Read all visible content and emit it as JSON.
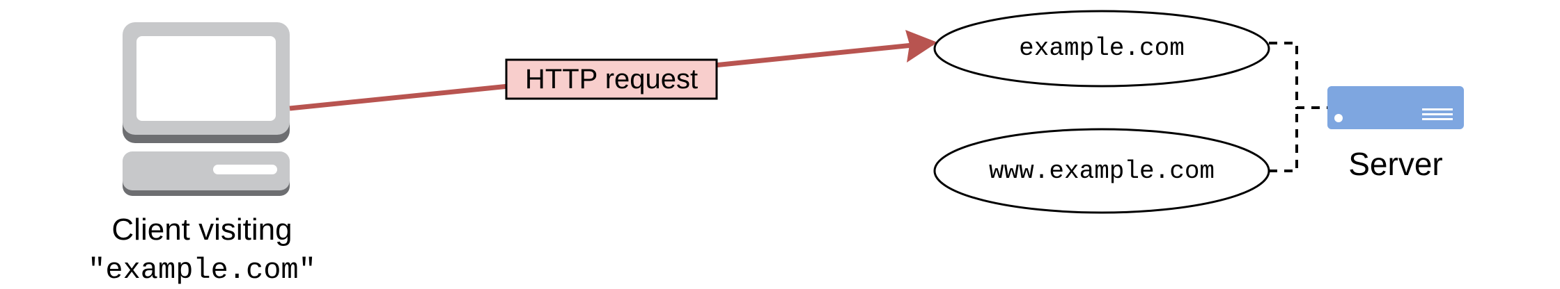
{
  "client": {
    "icon": "desktop-computer-icon",
    "label_line1": "Client visiting",
    "label_line2": "\"example.com\""
  },
  "arrow": {
    "label": "HTTP request",
    "color": "#b85450",
    "label_fill": "#f8cecc"
  },
  "domains": [
    {
      "name": "example.com"
    },
    {
      "name": "www.example.com"
    }
  ],
  "server": {
    "icon": "server-rack-icon",
    "label": "Server",
    "color": "#7ea6e0"
  }
}
